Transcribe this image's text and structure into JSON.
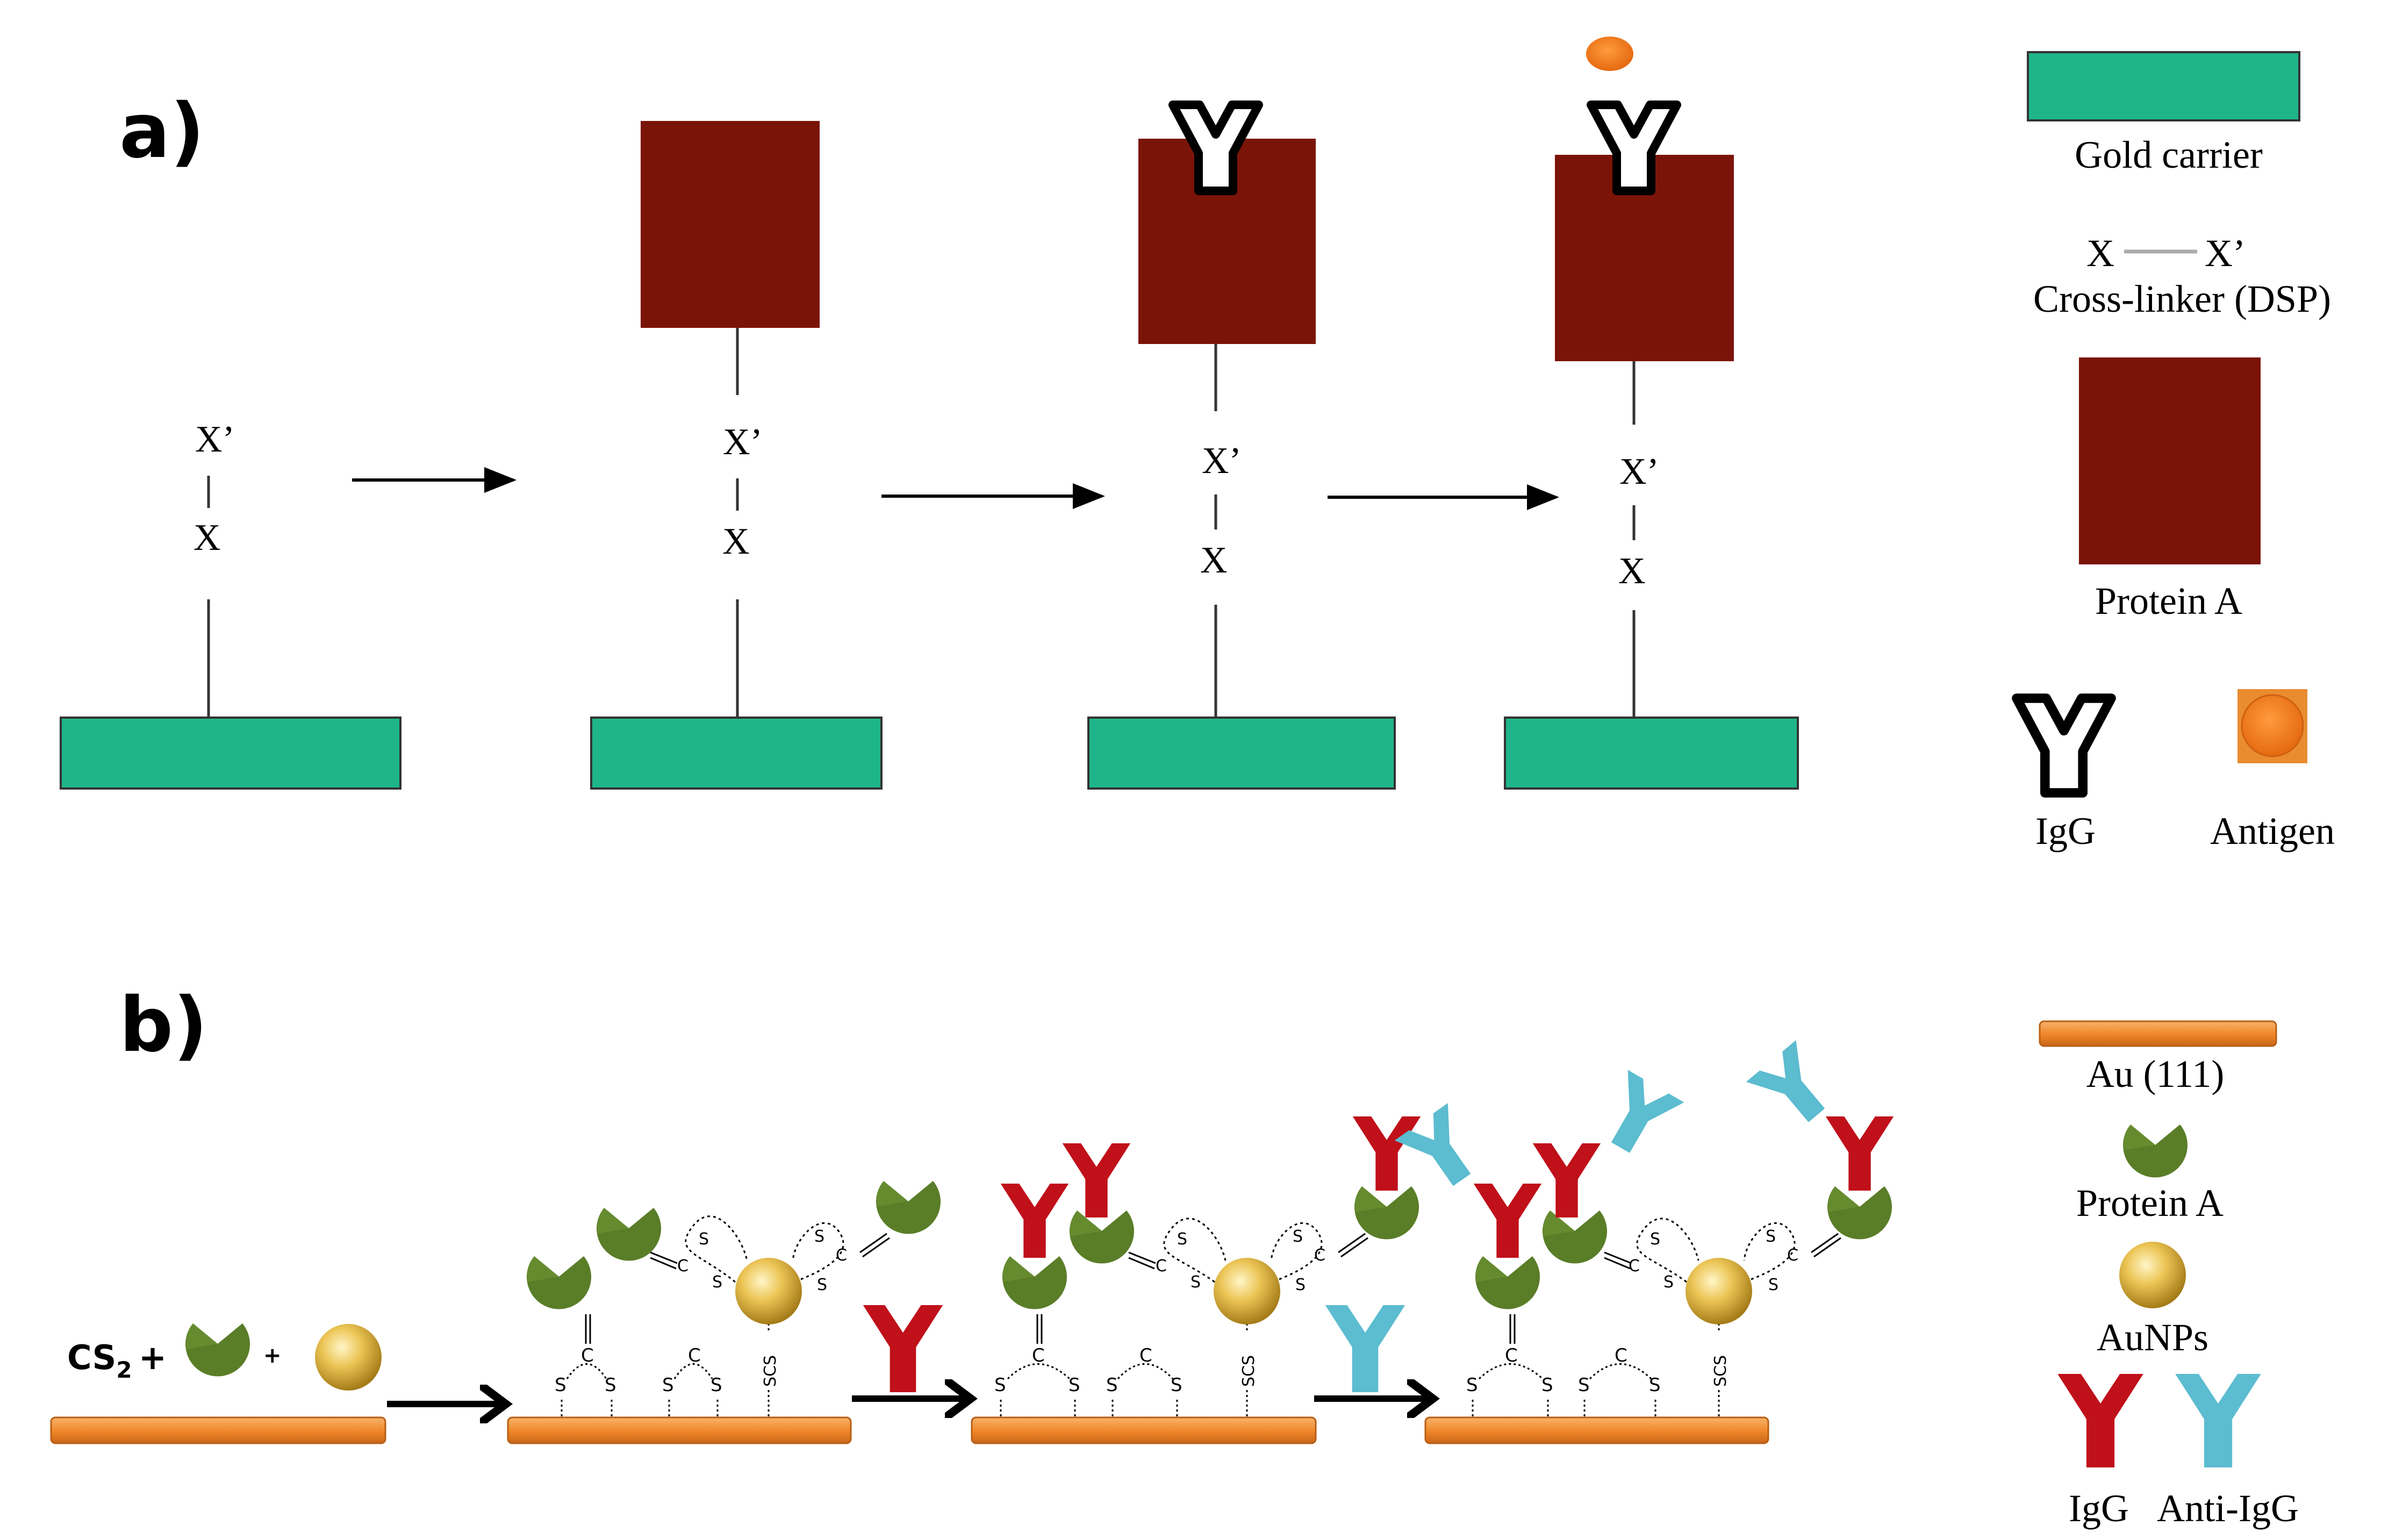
{
  "panel_a": {
    "label": "a)",
    "linker_top": "X’",
    "linker_bottom": "X",
    "legend": {
      "gold_carrier": "Gold carrier",
      "crosslinker_x": "X",
      "crosslinker_xp": "X’",
      "crosslinker_label": "Cross-linker (DSP)",
      "protein_a": "Protein A",
      "igg": "IgG",
      "antigen": "Antigen"
    }
  },
  "panel_b": {
    "label": "b)",
    "cs2": "CS",
    "cs2_sub": "2",
    "plus": "+",
    "sulfur": "S",
    "carbon": "C",
    "scs": "SCS",
    "legend": {
      "au111": "Au (111)",
      "protein_a": "Protein A",
      "aunps": "AuNPs",
      "igg": "IgG",
      "anti_igg": "Anti-IgG"
    }
  },
  "colors": {
    "gold_carrier": "#1fb58a",
    "protein_a_block": "#7b1408",
    "antigen": "#f47a1c",
    "au_bar": "#f08a2a",
    "protein_a_pacman": "#5a7d28",
    "aunp": "#e2b640",
    "igg_red": "#c0101a",
    "anti_igg_blue": "#5cbcd0",
    "arrow": "#000000"
  }
}
